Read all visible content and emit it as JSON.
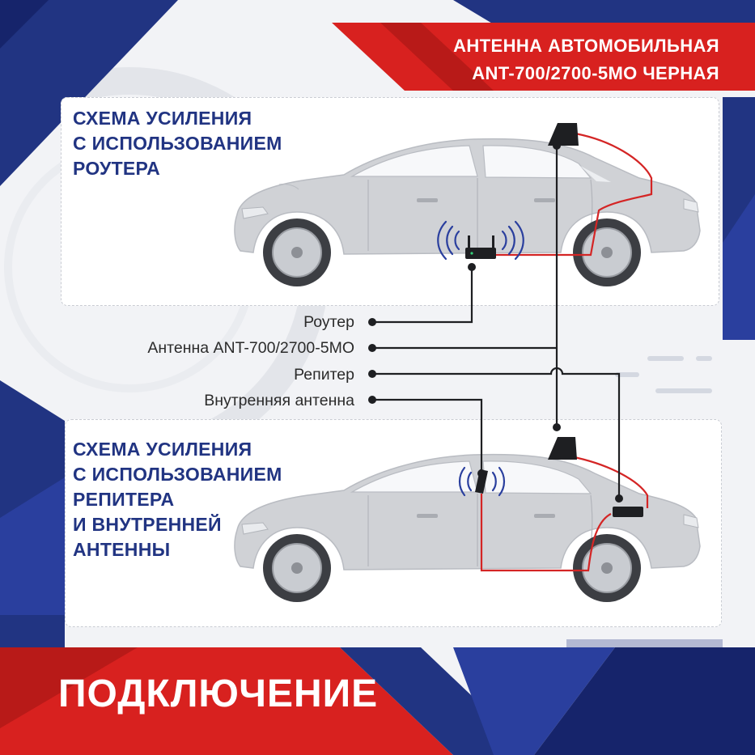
{
  "header": {
    "product_title": [
      "АНТЕННА АВТОМОБИЛЬНАЯ",
      "ANT-700/2700-5MO ЧЕРНАЯ"
    ]
  },
  "schemes": [
    {
      "title_lines": [
        "СХЕМА УСИЛЕНИЯ",
        "С ИСПОЛЬЗОВАНИЕМ",
        "РОУТЕРА"
      ]
    },
    {
      "title_lines": [
        "СХЕМА УСИЛЕНИЯ",
        "С ИСПОЛЬЗОВАНИЕМ",
        "РЕПИТЕРА",
        "И ВНУТРЕННЕЙ",
        "АНТЕННЫ"
      ]
    }
  ],
  "legend": {
    "router": "Роутер",
    "antenna": "Антенна ANT-700/2700-5MO",
    "repeater": "Репитер",
    "inner_antenna": "Внутренняя антенна"
  },
  "footer": {
    "title": "ПОДКЛЮЧЕНИЕ"
  },
  "colors": {
    "brand_red": "#d8211f",
    "brand_blue": "#213482",
    "cable_red": "#d42525",
    "car_body": "#cfd1d5",
    "signal_blue": "#2a3f9e"
  },
  "icons": [
    "router-icon",
    "car-antenna-icon",
    "repeater-icon",
    "inner-antenna-icon",
    "signal-waves-icon"
  ]
}
